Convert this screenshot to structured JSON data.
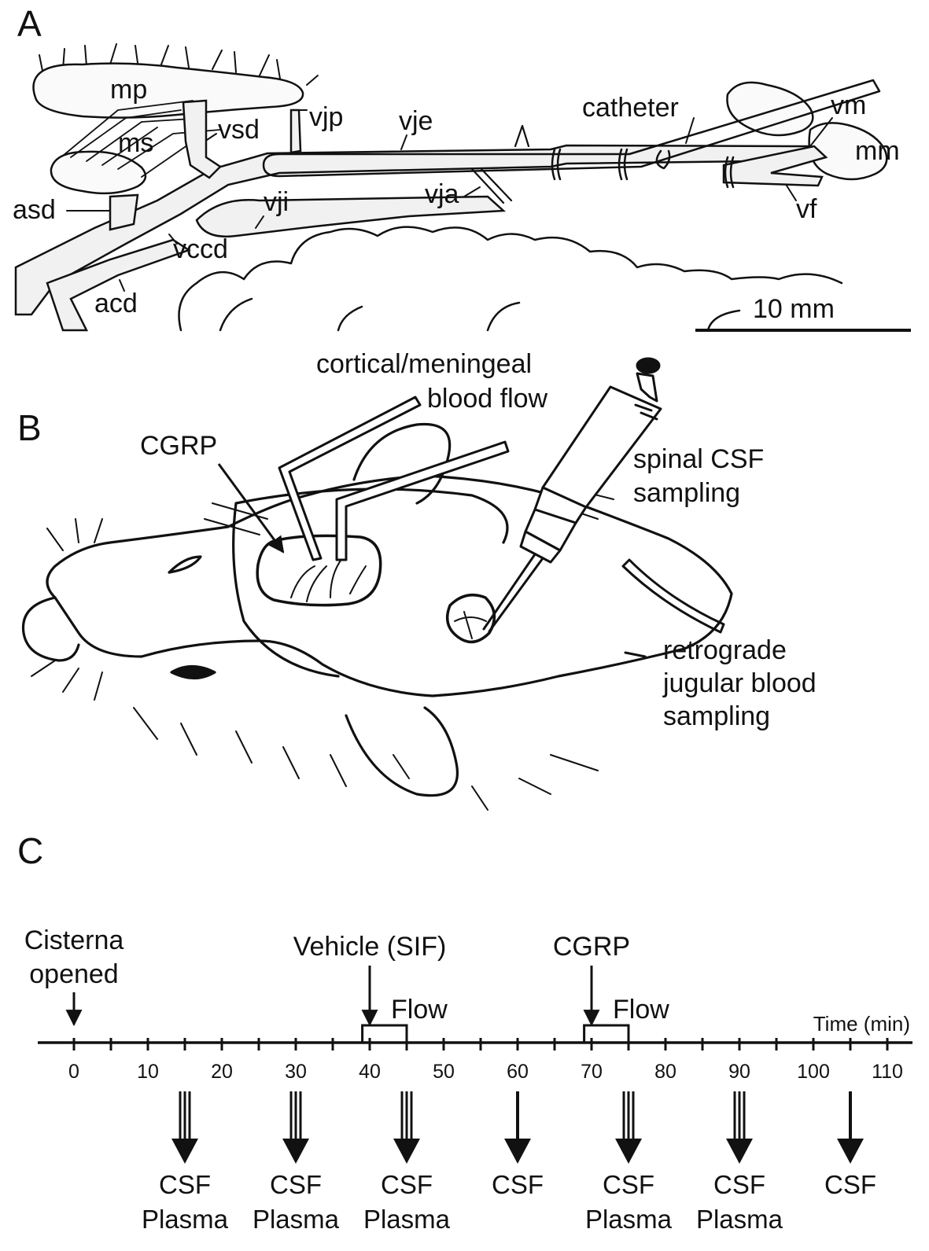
{
  "panels": {
    "a": "A",
    "b": "B",
    "c": "C"
  },
  "panel_a": {
    "labels": {
      "mp": "mp",
      "ms": "ms",
      "vsd": "vsd",
      "vjp": "vjp",
      "vje": "vje",
      "catheter": "catheter",
      "vm": "vm",
      "mm": "mm",
      "asd": "asd",
      "vji": "vji",
      "vja": "vja",
      "vf": "vf",
      "vccd": "vccd",
      "acd": "acd"
    },
    "scale_bar": "10 mm"
  },
  "panel_b": {
    "labels": {
      "cgrp": "CGRP",
      "flow_line1": "cortical/meningeal",
      "flow_line2": "blood flow",
      "csf_line1": "spinal CSF",
      "csf_line2": "sampling",
      "jug_line1": "retrograde",
      "jug_line2": "jugular blood",
      "jug_line3": "sampling"
    }
  },
  "panel_c": {
    "time_label": "Time (min)",
    "axis": {
      "min": -5,
      "max": 115
    },
    "ticks": [
      0,
      10,
      20,
      30,
      40,
      50,
      60,
      70,
      80,
      90,
      100,
      110
    ],
    "minor_ticks": [
      5,
      15,
      25,
      35,
      45,
      55,
      65,
      75,
      85,
      95,
      105
    ],
    "events": [
      {
        "line1": "Cisterna",
        "line2": "opened",
        "time": 0
      },
      {
        "line1": "Vehicle (SIF)",
        "time": 40,
        "flow_label": "Flow",
        "flow_window": [
          39,
          45
        ]
      },
      {
        "line1": "CGRP",
        "time": 70,
        "flow_label": "Flow",
        "flow_window": [
          69,
          75
        ]
      }
    ],
    "samples": [
      {
        "time": 15,
        "line1": "CSF",
        "line2": "Plasma",
        "double": true
      },
      {
        "time": 30,
        "line1": "CSF",
        "line2": "Plasma",
        "double": true
      },
      {
        "time": 45,
        "line1": "CSF",
        "line2": "Plasma",
        "double": true
      },
      {
        "time": 60,
        "line1": "CSF",
        "line2": "",
        "double": false
      },
      {
        "time": 75,
        "line1": "CSF",
        "line2": "Plasma",
        "double": true
      },
      {
        "time": 90,
        "line1": "CSF",
        "line2": "Plasma",
        "double": true
      },
      {
        "time": 105,
        "line1": "CSF",
        "line2": "",
        "double": false
      }
    ]
  }
}
